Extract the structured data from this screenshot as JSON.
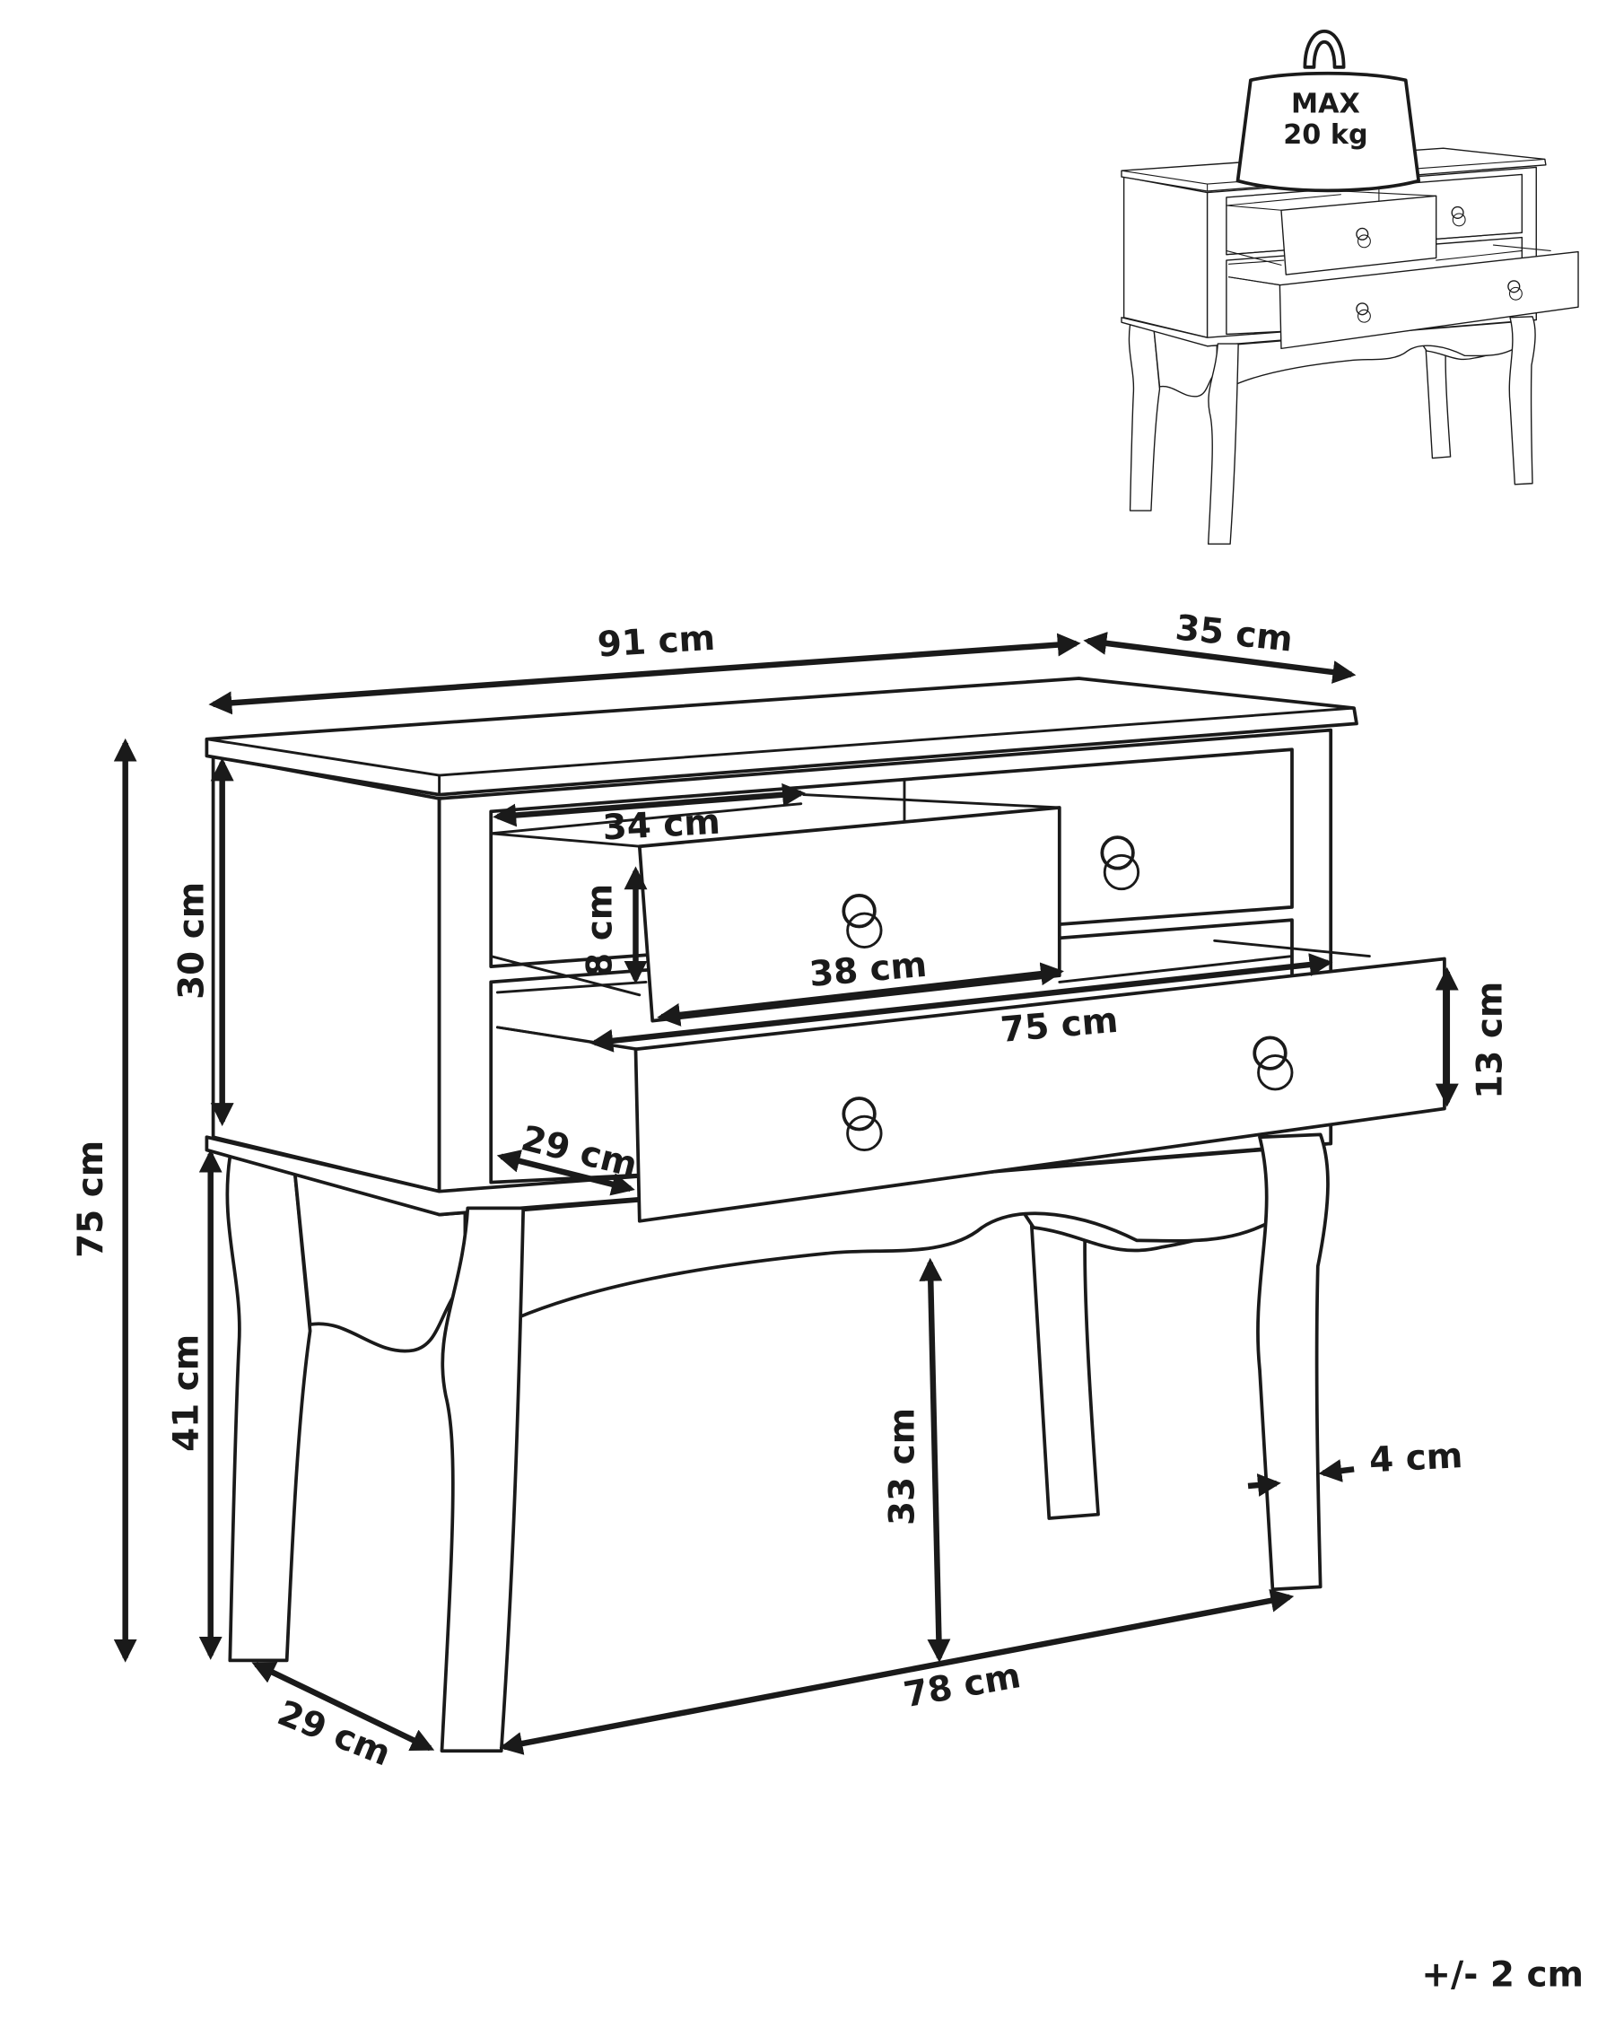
{
  "weight_badge": {
    "line1": "MAX",
    "line2": "20 kg"
  },
  "dimensions": {
    "total_width": "91 cm",
    "total_depth": "35 cm",
    "total_height": "75 cm",
    "body_height": "30 cm",
    "leg_height": "41 cm",
    "small_drawer_inner_width": "34 cm",
    "small_drawer_height": "8 cm",
    "small_drawer_front_width": "38 cm",
    "large_drawer_width": "75 cm",
    "large_drawer_height": "13 cm",
    "drawer_depth": "29 cm",
    "floor_clearance": "33 cm",
    "leg_thickness": "4 cm",
    "leg_span_width": "78 cm",
    "leg_span_depth": "29 cm"
  },
  "tolerance": "+/- 2 cm",
  "colors": {
    "line": "#1a1a1a",
    "background": "#ffffff"
  }
}
